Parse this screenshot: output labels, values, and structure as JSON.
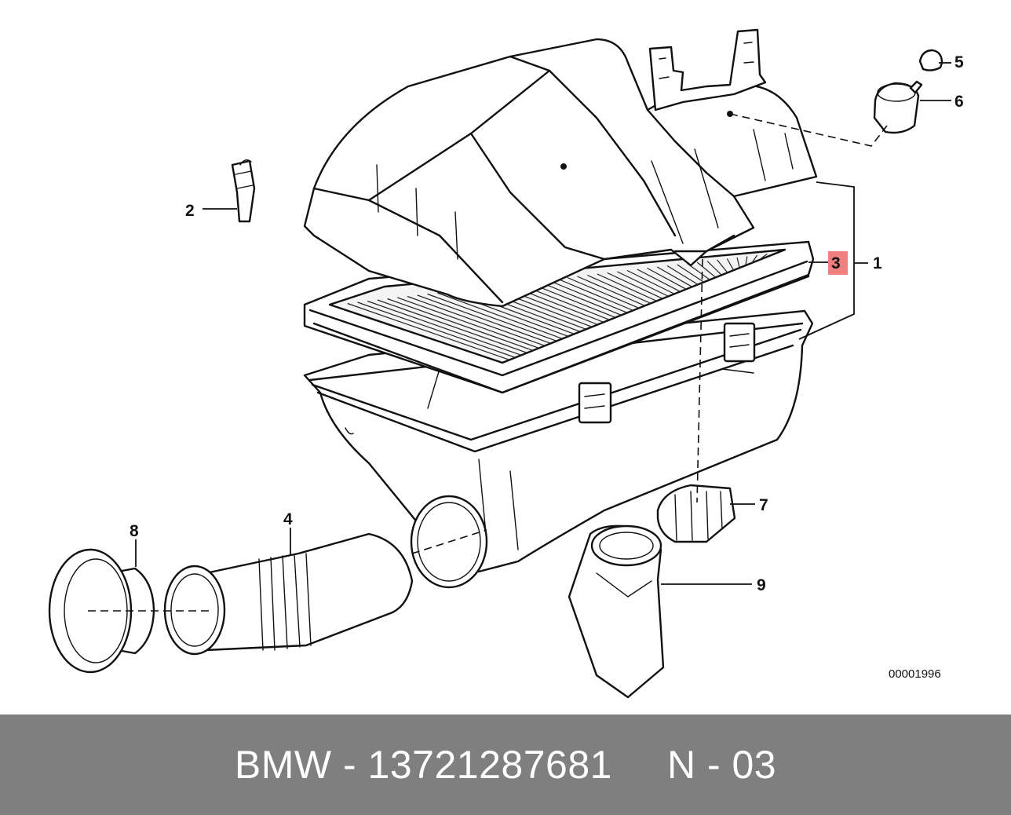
{
  "diagram": {
    "callouts": {
      "c1": "1",
      "c2": "2",
      "c3": "3",
      "c4": "4",
      "c5": "5",
      "c6": "6",
      "c7": "7",
      "c8": "8",
      "c9": "9"
    },
    "highlight_color": "#f08080",
    "reference_number": "00001996"
  },
  "footer": {
    "brand": "BMW",
    "separator": "-",
    "part_number": "13721287681",
    "position_code": "N - 03"
  }
}
